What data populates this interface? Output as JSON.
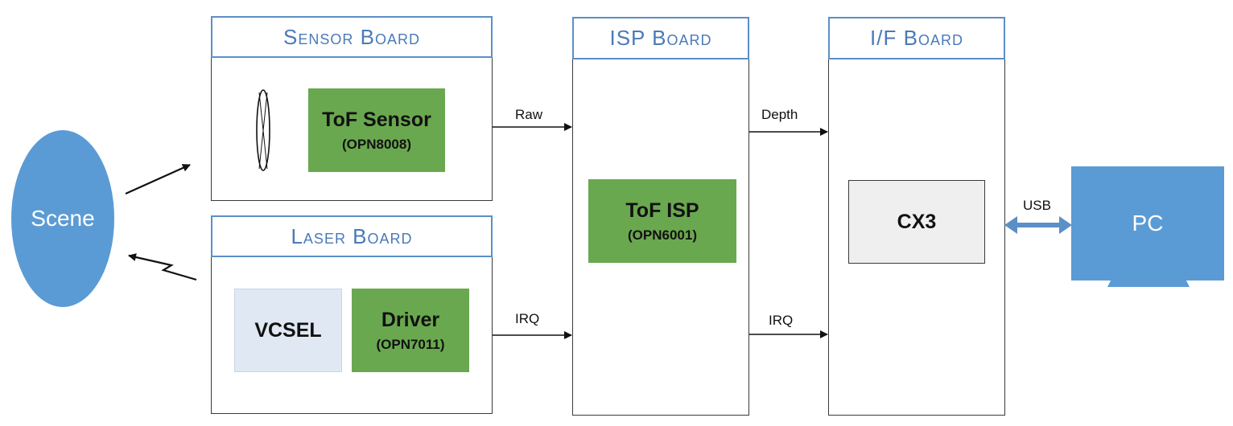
{
  "scene": {
    "label": "Scene",
    "color": "#5b9bd5"
  },
  "sensor_board": {
    "title": "Sensor Board",
    "sensor": {
      "name": "ToF Sensor",
      "part": "(OPN8008)"
    }
  },
  "laser_board": {
    "title": "Laser Board",
    "vcsel": {
      "name": "VCSEL"
    },
    "driver": {
      "name": "Driver",
      "part": "(OPN7011)"
    }
  },
  "isp_board": {
    "title": "ISP Board",
    "isp": {
      "name": "ToF ISP",
      "part": "(OPN6001)"
    }
  },
  "if_board": {
    "title": "I/F Board",
    "chip": {
      "name": "CX3"
    }
  },
  "pc": {
    "label": "PC",
    "color": "#5b9bd5"
  },
  "connections": {
    "raw": "Raw",
    "irq_left": "IRQ",
    "depth": "Depth",
    "irq_right": "IRQ",
    "usb": "USB"
  },
  "colors": {
    "accent": "#5b8fc7",
    "chip_green": "#6aa84f",
    "vcsel_fill": "#dfe8f3",
    "cx3_fill": "#efefef"
  },
  "icons": {
    "lens": "lens-icon",
    "laser": "lightning-arrow-icon",
    "monitor": "monitor-icon"
  }
}
